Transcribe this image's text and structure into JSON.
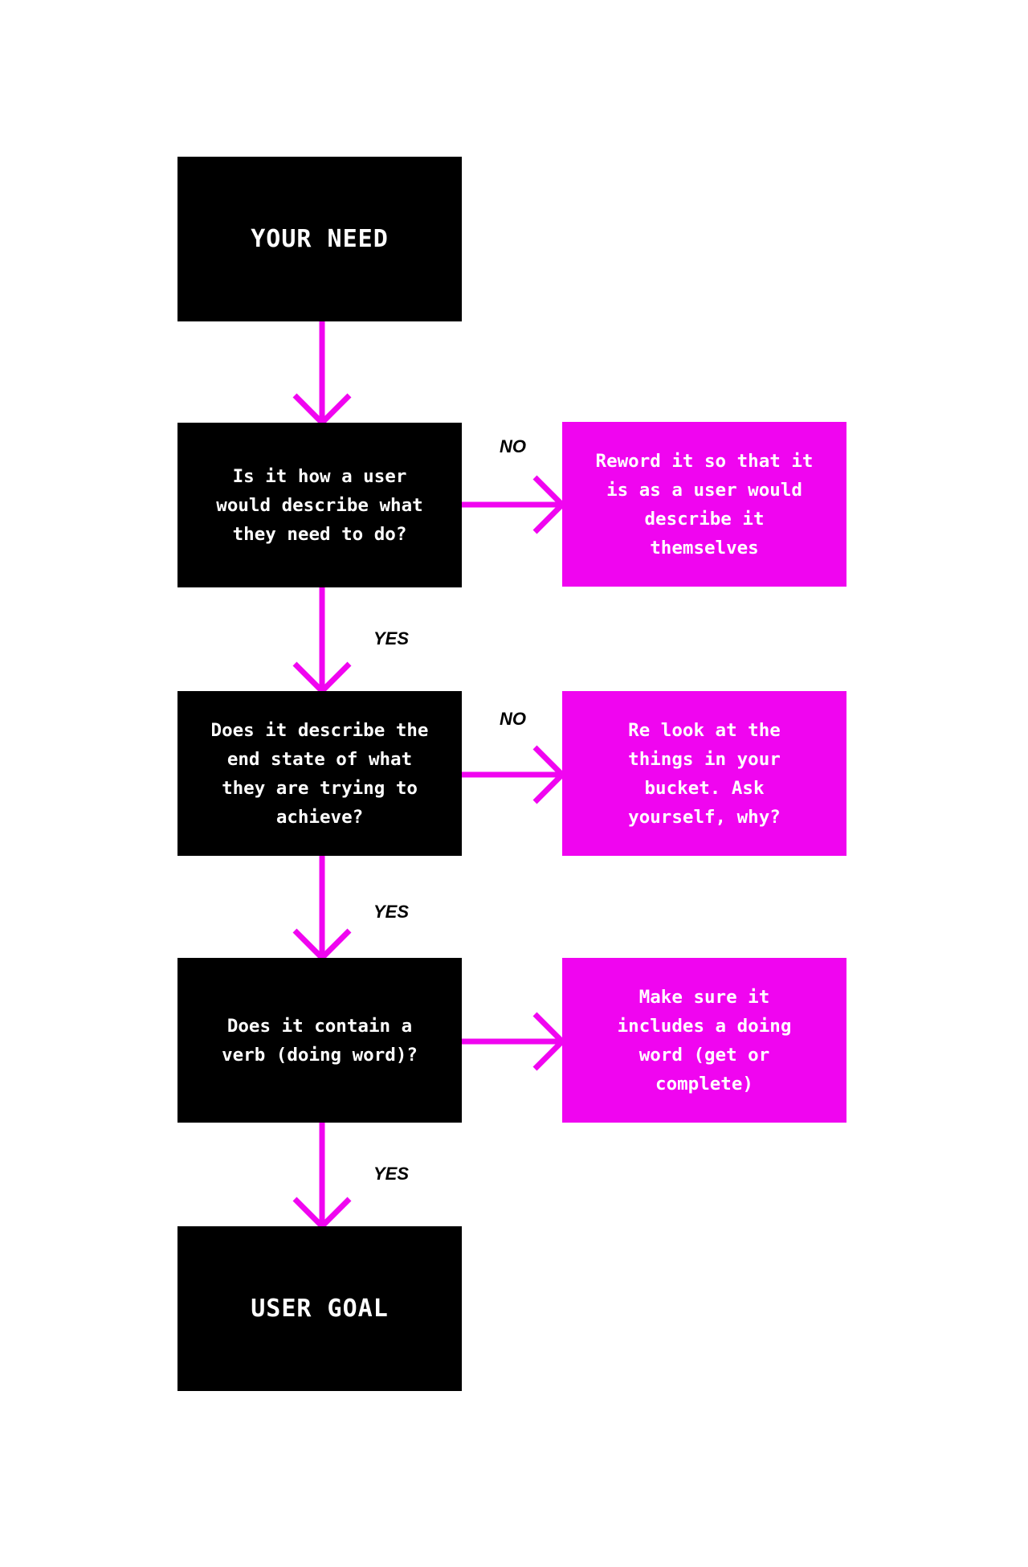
{
  "colors": {
    "box_dark": "#000000",
    "box_accent": "#f005f0",
    "arrow": "#f005f0",
    "text_light": "#ffffff",
    "label_text": "#000000"
  },
  "nodes": {
    "start": "YOUR NEED",
    "q1": "Is it how a user would describe what they need to do?",
    "q2": "Does it describe the end state of what they are trying to achieve?",
    "q3": "Does it contain a verb (doing word)?",
    "end": "USER GOAL",
    "a1": "Reword it so that it is as a user would describe it themselves",
    "a2": "Re look at the things in your bucket. Ask yourself, why?",
    "a3": "Make sure it includes a doing word (get or complete)"
  },
  "labels": {
    "no1": "NO",
    "no2": "NO",
    "yes1": "YES",
    "yes2": "YES",
    "yes3": "YES"
  }
}
